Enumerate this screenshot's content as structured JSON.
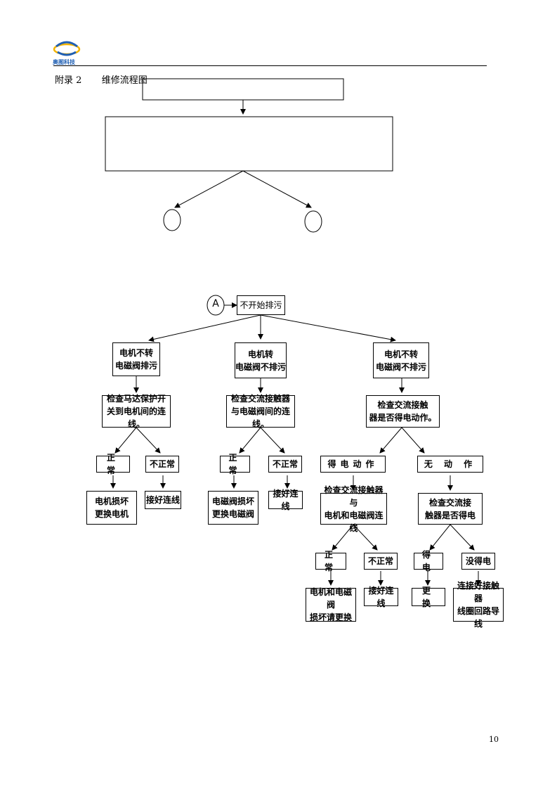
{
  "header": {
    "logo_icon": "company-logo-icon",
    "logo_text": "奥图科技",
    "brand_color": "#1f5fb4"
  },
  "appendix": {
    "number": "附录 2",
    "title": "维修流程图"
  },
  "page_number": "10",
  "flowchart": {
    "start_connector": "A",
    "root": "不开始排污",
    "branches": [
      {
        "condition": "电机不转\n电磁阀排污",
        "check": "检查马达保护开\n关到电机间的连线。",
        "normal": "正  常",
        "abnormal": "不正常",
        "normal_action": "电机损坏\n更换电机",
        "abnormal_action": "接好连线"
      },
      {
        "condition": "电机转\n电磁阀不排污",
        "check": "检查交流接触器\n与电磁阀间的连线。",
        "normal": "正  常",
        "abnormal": "不正常",
        "normal_action": "电磁阀损坏\n更换电磁阀",
        "abnormal_action": "接好连线"
      },
      {
        "condition": "电机不转\n电磁阀不排污",
        "check": "检查交流接触\n器是否得电动作。",
        "powered": "得电动作",
        "not_powered": "无  动  作",
        "powered_check": "检查交流接触器与\n电机和电磁阀连线",
        "powered_normal": "正  常",
        "powered_abnormal": "不正常",
        "powered_normal_action": "电机和电磁阀\n损坏请更换",
        "powered_abnormal_action": "接好连线",
        "not_powered_check": "检查交流接\n触器是否得电",
        "np_powered": "得  电",
        "np_not_powered": "没得电",
        "np_powered_action": "更  换",
        "np_not_powered_action": "连接好接触器\n线圈回路导线"
      }
    ]
  }
}
